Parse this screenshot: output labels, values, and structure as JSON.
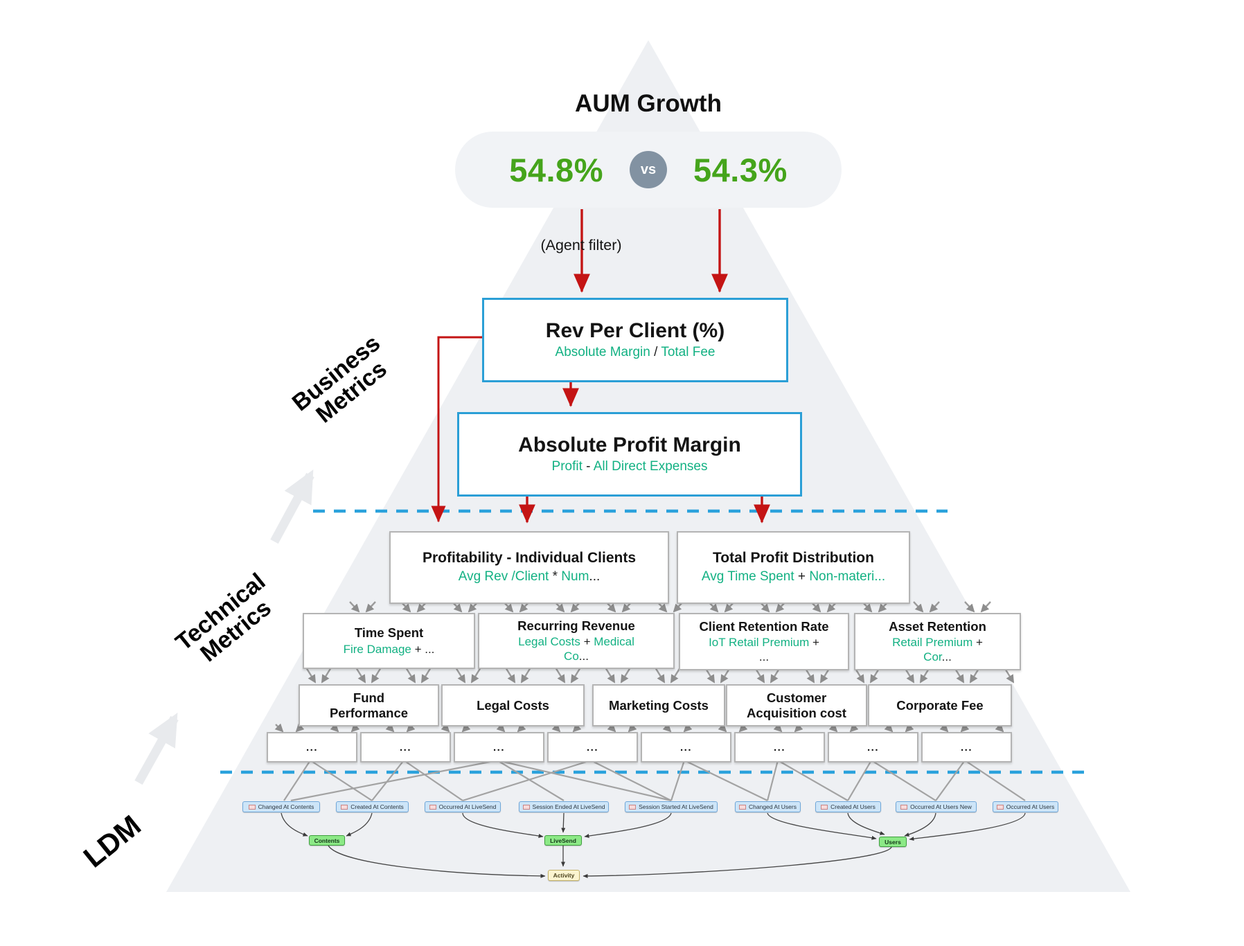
{
  "header": {
    "title": "AUM Growth",
    "value_left": "54.8%",
    "vs_label": "vs",
    "value_right": "54.3%",
    "filter_note": "(Agent filter)"
  },
  "axis_labels": {
    "business_line1": "Business",
    "business_line2": "Metrics",
    "technical_line1": "Technical",
    "technical_line2": "Metrics",
    "ldm": "LDM"
  },
  "metrics": {
    "rev": {
      "title": "Rev Per Client (%)",
      "f1": "Absolute Margin",
      "op": " / ",
      "f2": "Total Fee"
    },
    "apm": {
      "title": "Absolute Profit Margin",
      "f1": "Profit",
      "op": " - ",
      "f2": "All Direct Expenses"
    },
    "prof": {
      "title": "Profitability - Individual Clients",
      "f1": "Avg Rev /Client",
      "op": " * ",
      "f2": "Num",
      "tail": "..."
    },
    "dist": {
      "title": "Total Profit Distribution",
      "f1": "Avg Time Spent",
      "op": " + ",
      "f2": "Non-materi..."
    },
    "time": {
      "title": "Time Spent",
      "f1": "Fire Damage",
      "op": " + ",
      "tail": "..."
    },
    "recurring": {
      "title": "Recurring Revenue",
      "f1": "Legal Costs",
      "op": " + ",
      "f2": "Medical",
      "f3": "Co",
      "tail": "..."
    },
    "retention": {
      "title": "Client Retention Rate",
      "f1": "IoT Retail Premium",
      "op": " + ",
      "tail": "..."
    },
    "asset": {
      "title": "Asset Retention",
      "f1": "Retail Premium",
      "op": " + ",
      "f3": "Cor",
      "tail": "..."
    }
  },
  "level4": [
    {
      "l1": "Fund",
      "l2": "Performance"
    },
    {
      "l1": "Legal Costs",
      "l2": ""
    },
    {
      "l1": "Marketing Costs",
      "l2": ""
    },
    {
      "l1": "Customer",
      "l2": "Acquisition cost"
    },
    {
      "l1": "Corporate Fee",
      "l2": ""
    }
  ],
  "ellipsis": "...",
  "ldm": {
    "attributes": [
      "Changed At Contents",
      "Created At Contents",
      "Occurred At LiveSend",
      "Session Ended At LiveSend",
      "Session Started At LiveSend",
      "Changed At Users",
      "Created At Users",
      "Occurred At Users New",
      "Occurred At Users"
    ],
    "entities": [
      "Contents",
      "LiveSend",
      "Users"
    ],
    "activity": "Activity"
  },
  "colors": {
    "value_green": "#45a41b",
    "formula_green": "#13b183",
    "arrow_red": "#c41414",
    "metric_blue_border": "#2b9fd6",
    "divider_blue": "#2ba2dc",
    "pyramid_fill": "#eef0f3",
    "vs_badge_gray": "#8292a2"
  }
}
